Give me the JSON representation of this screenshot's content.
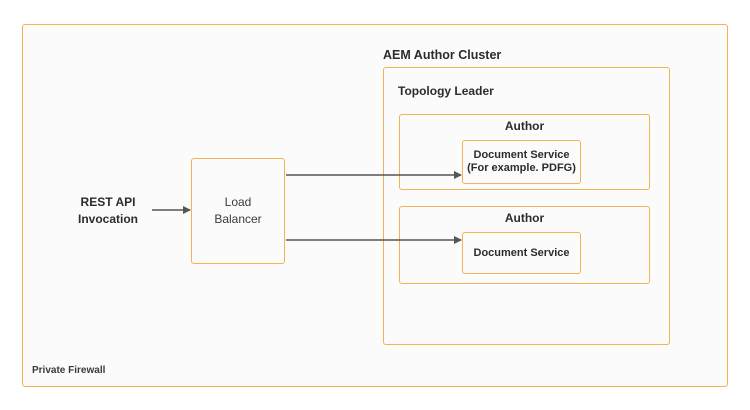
{
  "firewall": {
    "label": "Private Firewall"
  },
  "cluster": {
    "title": "AEM Author Cluster",
    "topology_leader": "Topology Leader",
    "authors": [
      {
        "title": "Author",
        "service_line1": "Document Service",
        "service_line2": "(For example. PDFG)"
      },
      {
        "title": "Author",
        "service_line1": "Document Service"
      }
    ]
  },
  "load_balancer": {
    "line1": "Load",
    "line2": "Balancer"
  },
  "client": {
    "line1": "REST API",
    "line2": "Invocation"
  },
  "colors": {
    "box_border": "#f2b451",
    "arrow": "#555555",
    "box_fill": "#fbfbfb"
  }
}
